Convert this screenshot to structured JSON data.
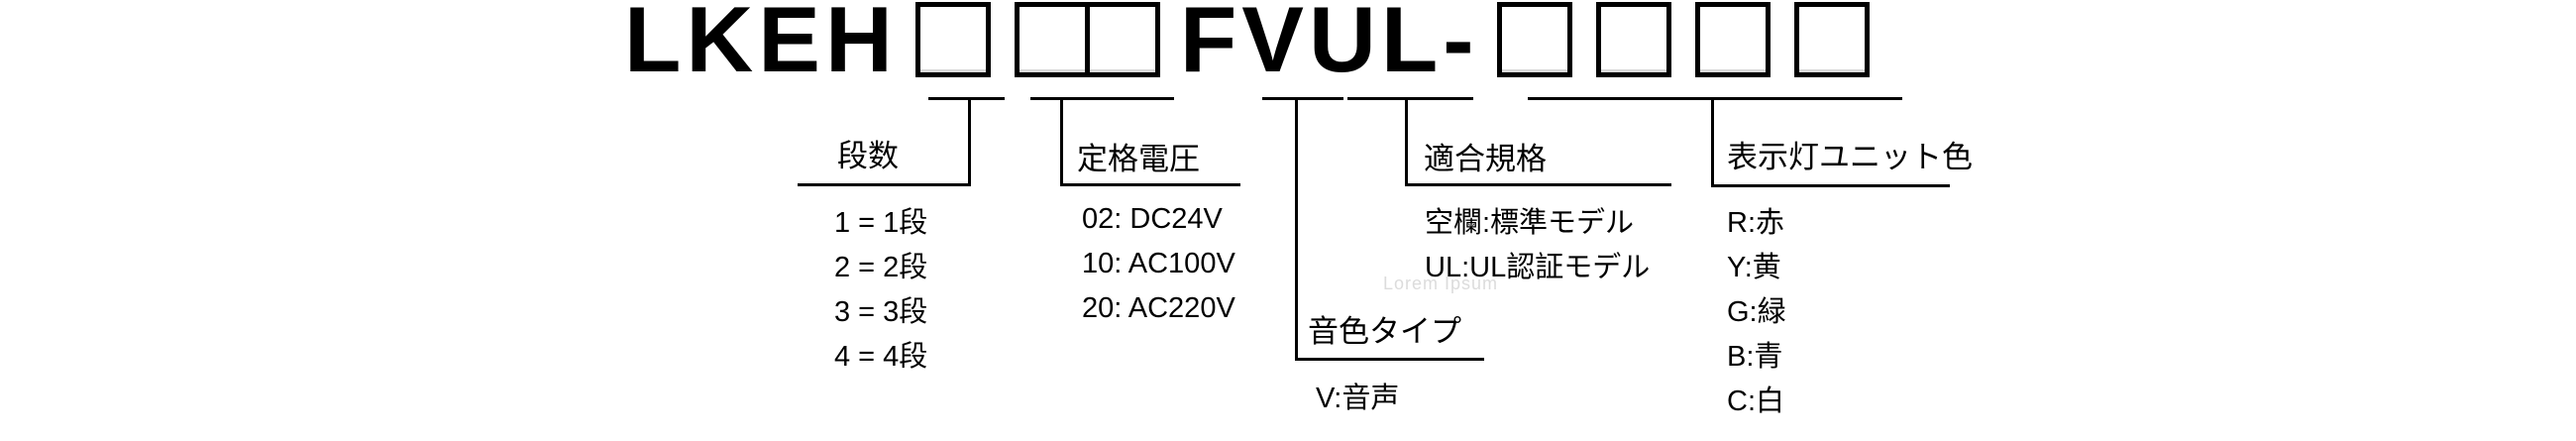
{
  "model_code": {
    "prefix": "LKEH",
    "infix": "FVUL-"
  },
  "sections": {
    "stage": {
      "label": "段数",
      "items": [
        "1 = 1段",
        "2 = 2段",
        "3 = 3段",
        "4 = 4段"
      ]
    },
    "voltage": {
      "label": "定格電圧",
      "items": [
        "02: DC24V",
        "10: AC100V",
        "20: AC220V"
      ]
    },
    "sound": {
      "label": "音色タイプ",
      "items": [
        "V:音声"
      ]
    },
    "standard": {
      "label": "適合規格",
      "items": [
        "空欄:標準モデル",
        "UL:UL認証モデル"
      ]
    },
    "color": {
      "label": "表示灯ユニット色",
      "items": [
        "R:赤",
        "Y:黄",
        "G:緑",
        "B:青",
        "C:白"
      ]
    }
  },
  "watermark": "Lorem Ipsum",
  "colors": {
    "ink": "#000000",
    "box_border": "#000000",
    "box_bottom_inner": "#d9d9d9",
    "watermark_gray": "#dcdcdc",
    "background": "#ffffff"
  }
}
